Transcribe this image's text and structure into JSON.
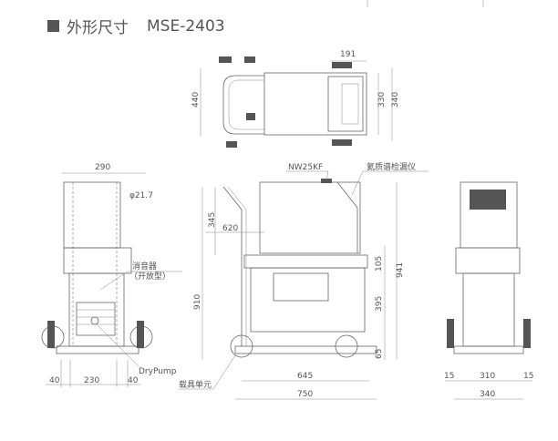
{
  "title": {
    "heading": "外形尺寸",
    "model": "MSE-2403"
  },
  "top_view": {
    "dims": {
      "width_front": "191",
      "length": "440",
      "inner": "330",
      "overall": "340"
    }
  },
  "front_view": {
    "dims": {
      "width": "290",
      "left_offset": "40",
      "center": "230",
      "right_offset": "40"
    },
    "labels": {
      "pipe": "φ21.7",
      "muffler": "消音器",
      "muffler_type": "（开放型）",
      "pump": "DryPump"
    }
  },
  "side_view": {
    "dims": {
      "handle_height": "345",
      "handle_offset": "620",
      "base_height": "910",
      "total_height": "941",
      "upper": "105",
      "middle": "395",
      "lower": "65",
      "wheelbase": "645",
      "length": "750"
    },
    "labels": {
      "flange": "NW25KF",
      "detector": "氦质谱检漏仪",
      "cart": "载具单元"
    }
  },
  "rear_view": {
    "dims": {
      "left": "15",
      "center": "310",
      "right": "15",
      "width": "340"
    }
  }
}
